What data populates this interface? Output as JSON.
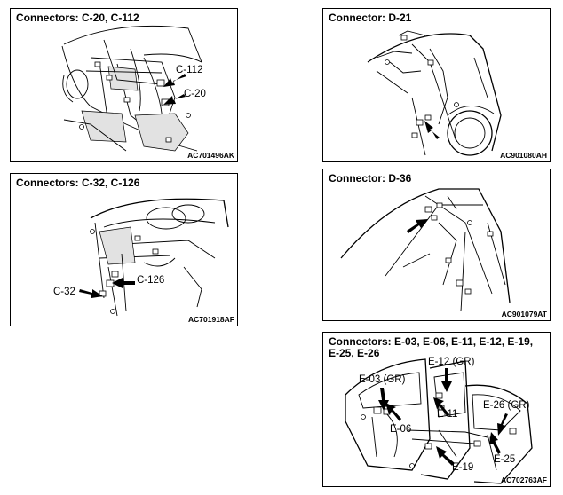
{
  "panels": [
    {
      "title": "Connectors: C-20, C-112",
      "figure_code": "AC701496AK",
      "labels": [
        "C-112",
        "C-20"
      ]
    },
    {
      "title": "Connector: D-21",
      "figure_code": "AC901080AH",
      "labels": []
    },
    {
      "title": "Connectors: C-32, C-126",
      "figure_code": "AC701918AF",
      "labels": [
        "C-126",
        "C-32"
      ]
    },
    {
      "title": "Connector: D-36",
      "figure_code": "AC901079AT",
      "labels": []
    },
    {
      "title_line1": "Connectors: E-03, E-06, E-11, E-12, E-19,",
      "title_line2": "E-25, E-26",
      "figure_code": "AC702763AF",
      "labels": [
        "E-12 (GR)",
        "E-03 (GR)",
        "E-11",
        "E-26 (GR)",
        "E-06",
        "E-25",
        "E-19"
      ]
    }
  ]
}
